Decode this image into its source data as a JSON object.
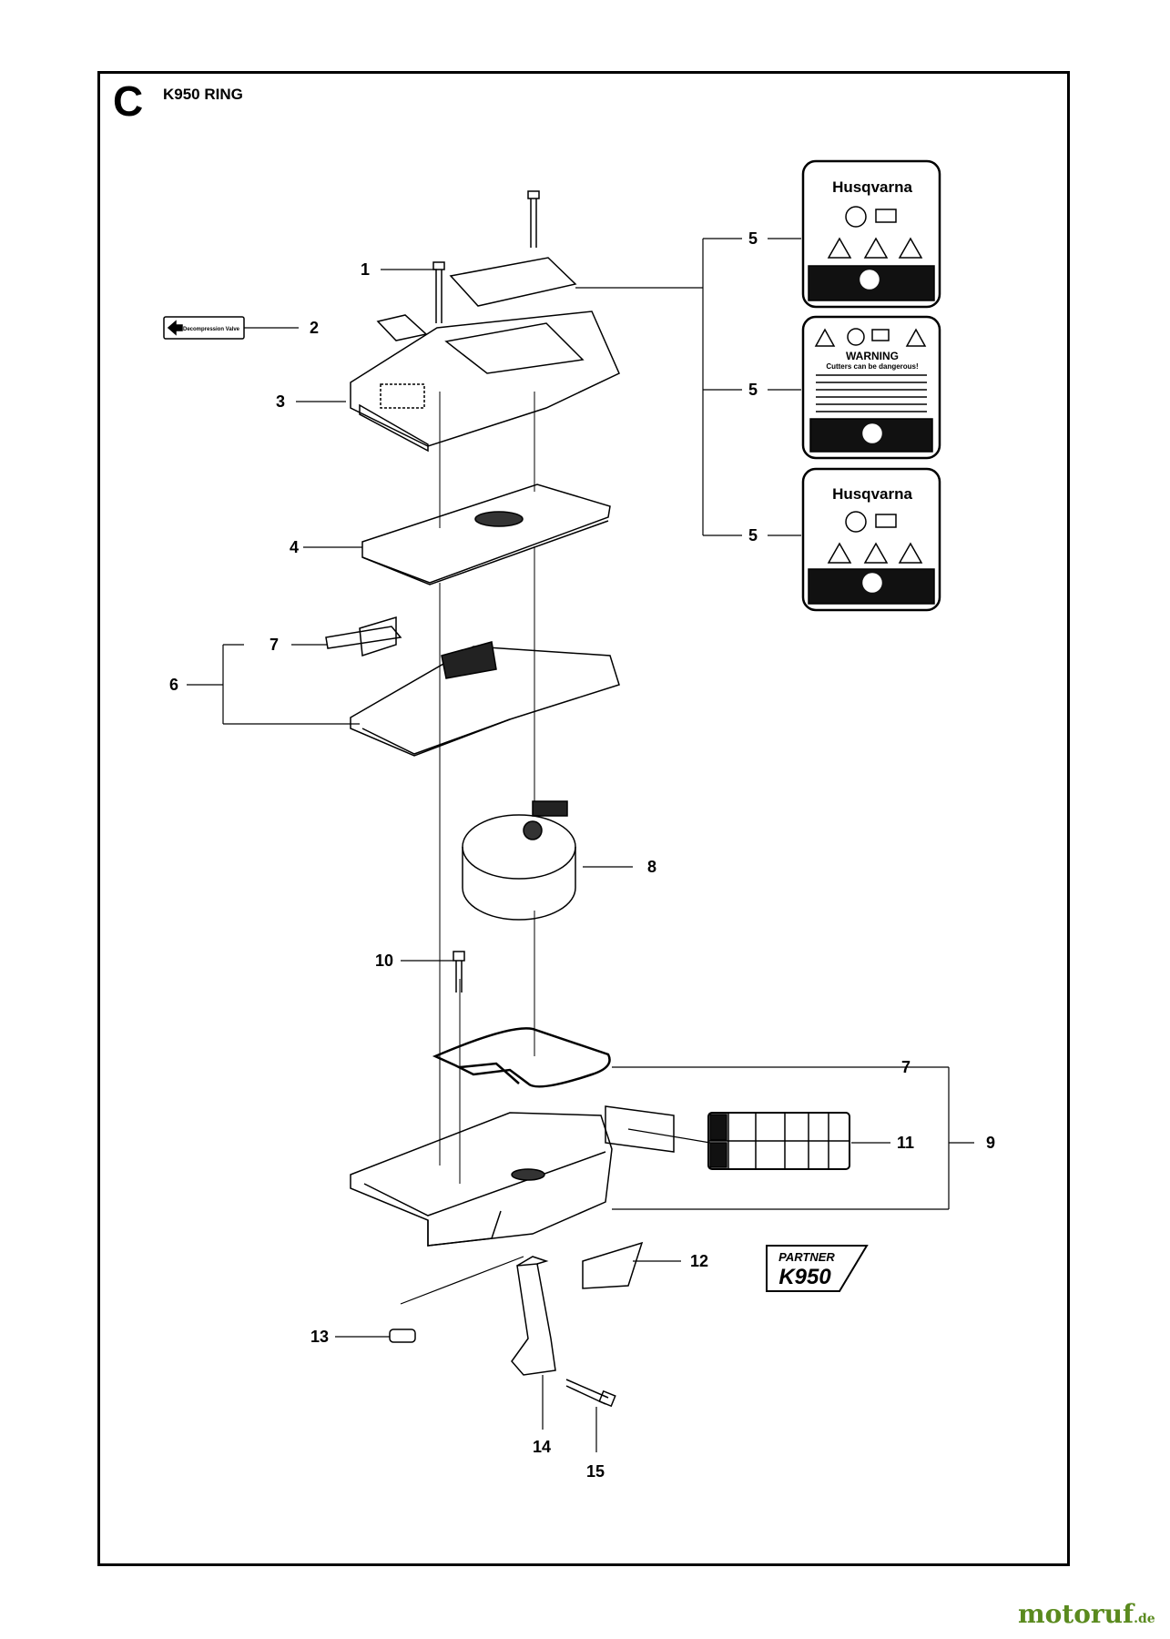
{
  "header": {
    "section_letter": "C",
    "model": "K950 RING"
  },
  "callouts": [
    "1",
    "2",
    "3",
    "4",
    "5",
    "5",
    "5",
    "6",
    "7",
    "7",
    "8",
    "9",
    "10",
    "11",
    "12",
    "13",
    "14",
    "15"
  ],
  "labels": {
    "decal_husqvarna_a": {
      "brand": "Husqvarna"
    },
    "decal_warning": {
      "heading": "WARNING",
      "subheading": "Cutters can be dangerous!"
    },
    "decal_husqvarna_b": {
      "brand": "Husqvarna"
    },
    "decal_partner": {
      "line1": "PARTNER",
      "line2": "K950"
    },
    "decal_decompression": {
      "text": "Decompression Valve"
    }
  },
  "watermark": {
    "text": "motoruf",
    "suffix": ".de",
    "color": "#5a8a1e"
  },
  "colors": {
    "line": "#000000",
    "background": "#ffffff"
  }
}
